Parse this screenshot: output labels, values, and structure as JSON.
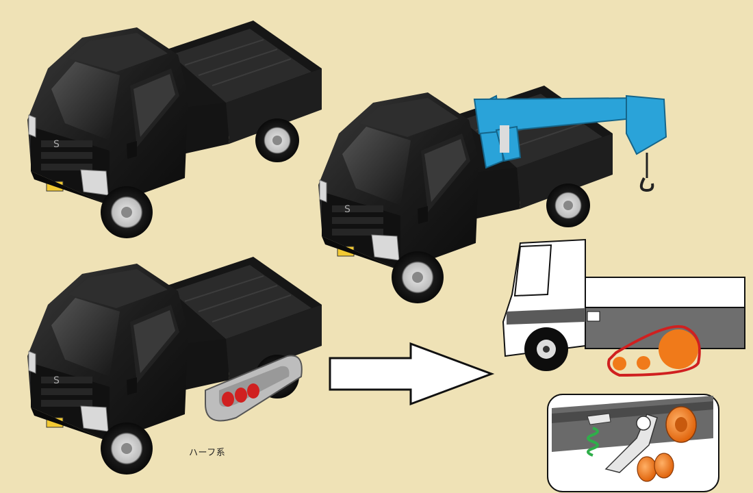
{
  "caption": "ハーフ系",
  "colors": {
    "background": "#efe2b6",
    "truck_body": "#1c1c1c",
    "crane": "#2aa3d9",
    "track_red": "#d02020",
    "roller_orange": "#f07a1a",
    "spring_green": "#2fae4a"
  },
  "figures": [
    {
      "name": "kei-truck-plain"
    },
    {
      "name": "kei-truck-with-crane"
    },
    {
      "name": "kei-truck-half-track"
    },
    {
      "name": "arrow-right"
    },
    {
      "name": "half-track-diagram"
    },
    {
      "name": "suspension-detail"
    }
  ]
}
